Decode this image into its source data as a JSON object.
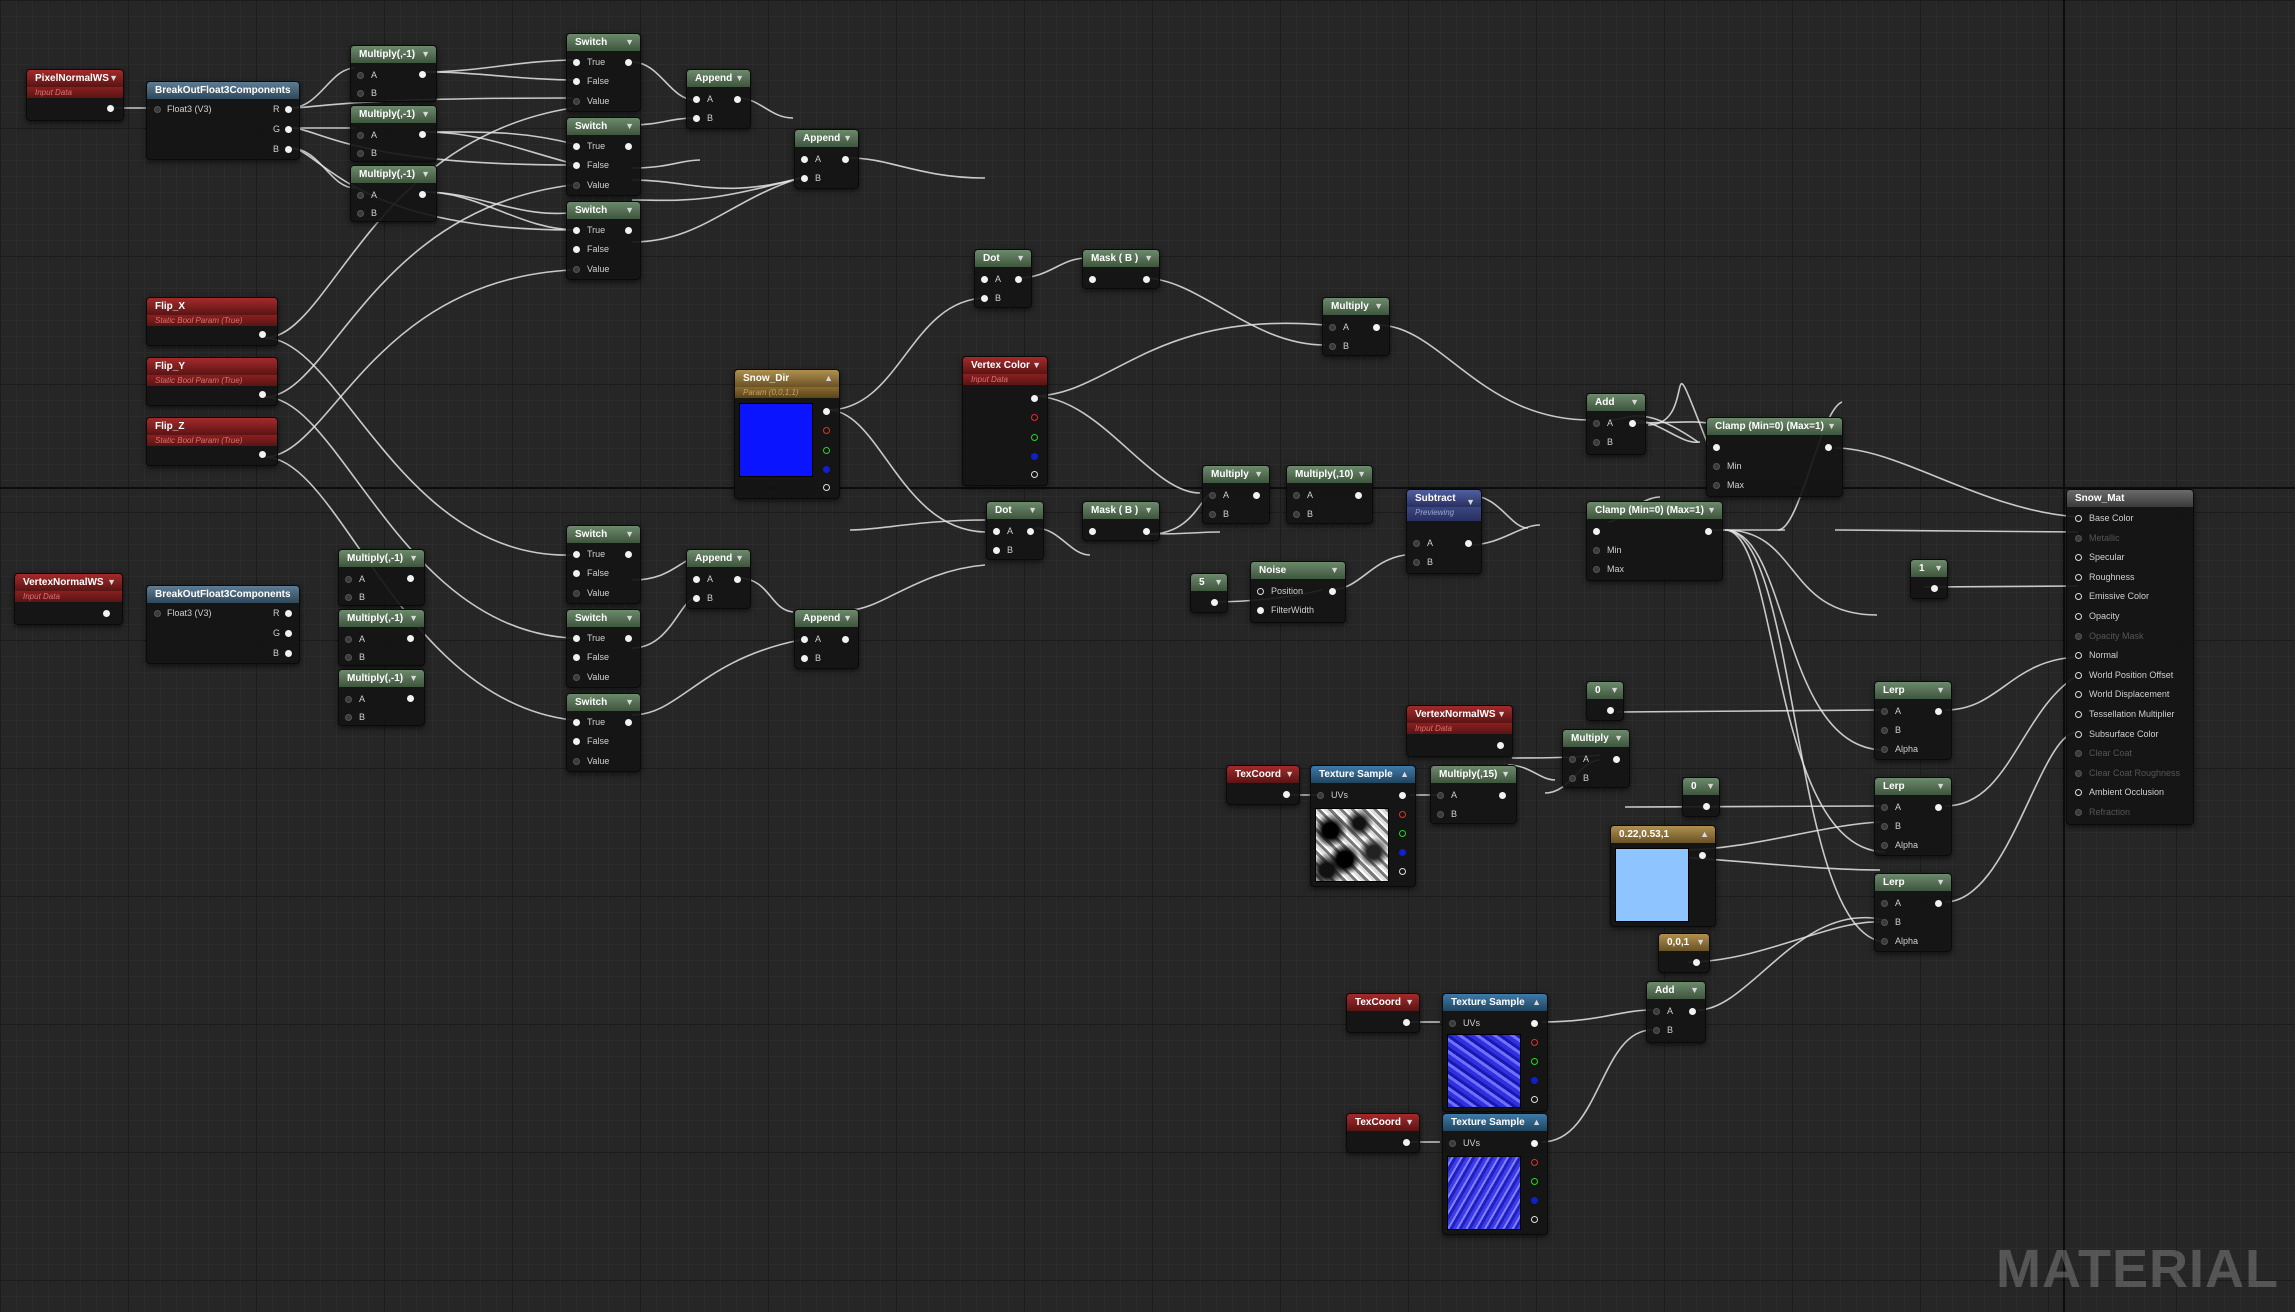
{
  "watermark": "MATERIAL",
  "nodes": {
    "pixel_normal_ws": {
      "title": "PixelNormalWS",
      "subtitle": "Input Data"
    },
    "break_top": {
      "title": "BreakOutFloat3Components",
      "input": "Float3 (V3)",
      "outputs": [
        "R",
        "G",
        "B"
      ]
    },
    "mul_top_1": {
      "title": "Multiply(,-1)",
      "a": "A",
      "b": "B"
    },
    "mul_top_2": {
      "title": "Multiply(,-1)",
      "a": "A",
      "b": "B"
    },
    "mul_top_3": {
      "title": "Multiply(,-1)",
      "a": "A",
      "b": "B"
    },
    "switch_top_1": {
      "title": "Switch",
      "t": "True",
      "f": "False",
      "v": "Value"
    },
    "switch_top_2": {
      "title": "Switch",
      "t": "True",
      "f": "False",
      "v": "Value"
    },
    "switch_top_3": {
      "title": "Switch",
      "t": "True",
      "f": "False",
      "v": "Value"
    },
    "append_top_1": {
      "title": "Append",
      "a": "A",
      "b": "B"
    },
    "append_top_2": {
      "title": "Append",
      "a": "A",
      "b": "B"
    },
    "flip_x": {
      "title": "Flip_X",
      "subtitle": "Static Bool Param (True)"
    },
    "flip_y": {
      "title": "Flip_Y",
      "subtitle": "Static Bool Param (True)"
    },
    "flip_z": {
      "title": "Flip_Z",
      "subtitle": "Static Bool Param (True)"
    },
    "snow_dir": {
      "title": "Snow_Dir",
      "subtitle": "Param (0,0,1,1)"
    },
    "vertex_color": {
      "title": "Vertex Color",
      "subtitle": "Input Data"
    },
    "dot_top": {
      "title": "Dot",
      "a": "A",
      "b": "B"
    },
    "mask_top": {
      "title": "Mask ( B )"
    },
    "multiply_top": {
      "title": "Multiply",
      "a": "A",
      "b": "B"
    },
    "add_top": {
      "title": "Add",
      "a": "A",
      "b": "B"
    },
    "clamp_top": {
      "title": "Clamp (Min=0) (Max=1)",
      "min": "Min",
      "max": "Max"
    },
    "vertex_normal_ws_left": {
      "title": "VertexNormalWS",
      "subtitle": "Input Data"
    },
    "break_bottom": {
      "title": "BreakOutFloat3Components",
      "input": "Float3 (V3)",
      "outputs": [
        "R",
        "G",
        "B"
      ]
    },
    "mul_bot_1": {
      "title": "Multiply(,-1)",
      "a": "A",
      "b": "B"
    },
    "mul_bot_2": {
      "title": "Multiply(,-1)",
      "a": "A",
      "b": "B"
    },
    "mul_bot_3": {
      "title": "Multiply(,-1)",
      "a": "A",
      "b": "B"
    },
    "switch_bot_1": {
      "title": "Switch",
      "t": "True",
      "f": "False",
      "v": "Value"
    },
    "switch_bot_2": {
      "title": "Switch",
      "t": "True",
      "f": "False",
      "v": "Value"
    },
    "switch_bot_3": {
      "title": "Switch",
      "t": "True",
      "f": "False",
      "v": "Value"
    },
    "append_bot_1": {
      "title": "Append",
      "a": "A",
      "b": "B"
    },
    "append_bot_2": {
      "title": "Append",
      "a": "A",
      "b": "B"
    },
    "dot_bot": {
      "title": "Dot",
      "a": "A",
      "b": "B"
    },
    "mask_bot": {
      "title": "Mask ( B )"
    },
    "multiply_mid": {
      "title": "Multiply",
      "a": "A",
      "b": "B"
    },
    "multiply_10": {
      "title": "Multiply(,10)",
      "a": "A",
      "b": "B"
    },
    "subtract": {
      "title": "Subtract",
      "subtitle": "Previewing",
      "a": "A",
      "b": "B"
    },
    "clamp_mid": {
      "title": "Clamp (Min=0) (Max=1)",
      "min": "Min",
      "max": "Max"
    },
    "const_5": {
      "title": "5"
    },
    "noise": {
      "title": "Noise",
      "pos": "Position",
      "fw": "FilterWidth"
    },
    "const_1": {
      "title": "1"
    },
    "vertex_normal_ws_right": {
      "title": "VertexNormalWS",
      "subtitle": "Input Data"
    },
    "const_0_a": {
      "title": "0"
    },
    "multiply_r": {
      "title": "Multiply",
      "a": "A",
      "b": "B"
    },
    "texcoord_1": {
      "title": "TexCoord"
    },
    "tex_sample_1": {
      "title": "Texture Sample",
      "uvs": "UVs"
    },
    "multiply_15": {
      "title": "Multiply(,15)",
      "a": "A",
      "b": "B"
    },
    "const_0_b": {
      "title": "0"
    },
    "vec_color": {
      "title": "0.22,0.53,1"
    },
    "vec_001": {
      "title": "0,0,1"
    },
    "lerp_1": {
      "title": "Lerp",
      "a": "A",
      "b": "B",
      "alpha": "Alpha"
    },
    "lerp_2": {
      "title": "Lerp",
      "a": "A",
      "b": "B",
      "alpha": "Alpha"
    },
    "lerp_3": {
      "title": "Lerp",
      "a": "A",
      "b": "B",
      "alpha": "Alpha"
    },
    "texcoord_2": {
      "title": "TexCoord"
    },
    "tex_sample_2": {
      "title": "Texture Sample",
      "uvs": "UVs"
    },
    "texcoord_3": {
      "title": "TexCoord"
    },
    "tex_sample_3": {
      "title": "Texture Sample",
      "uvs": "UVs"
    },
    "add_bot": {
      "title": "Add",
      "a": "A",
      "b": "B"
    },
    "result": {
      "title": "Snow_Mat",
      "inputs": [
        "Base Color",
        "Metallic",
        "Specular",
        "Roughness",
        "Emissive Color",
        "Opacity",
        "Opacity Mask",
        "Normal",
        "World Position Offset",
        "World Displacement",
        "Tessellation Multiplier",
        "Subsurface Color",
        "Clear Coat",
        "Clear Coat Roughness",
        "Ambient Occlusion",
        "Refraction"
      ],
      "enabled": [
        true,
        false,
        true,
        true,
        true,
        true,
        false,
        true,
        true,
        true,
        true,
        true,
        false,
        false,
        true,
        false
      ]
    }
  },
  "colors": {
    "snow_dir_preview": "#0a14ff",
    "vec_color_preview": "#8ec4ff",
    "background": "#262626"
  }
}
